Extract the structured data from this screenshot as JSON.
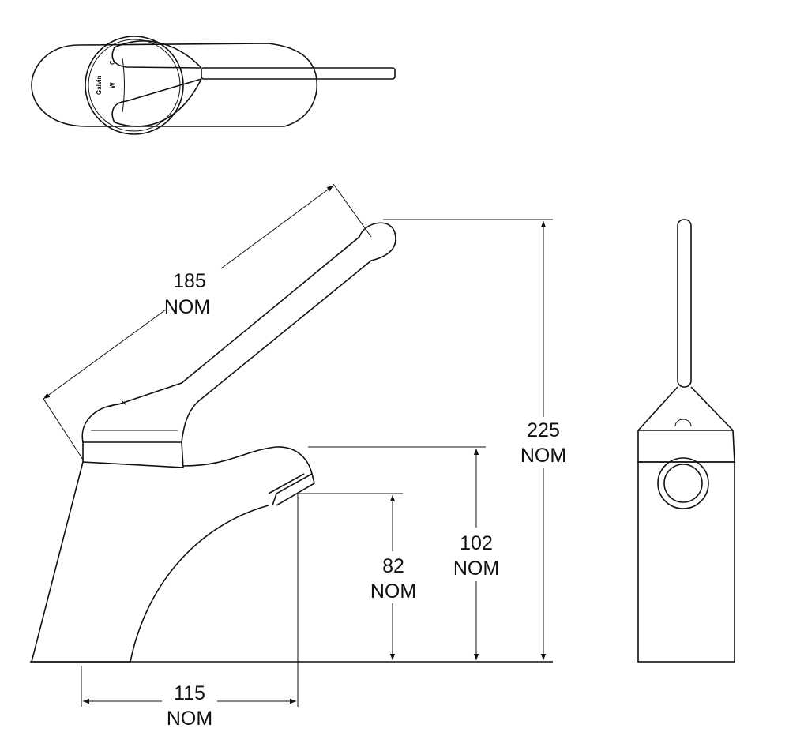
{
  "drawing": {
    "logo": {
      "brand": "Galvin",
      "warm": "W",
      "cold": "C"
    },
    "dimensions": {
      "lever_length": {
        "value": "185",
        "unit": "NOM"
      },
      "overall_height": {
        "value": "225",
        "unit": "NOM"
      },
      "spout_top_height": {
        "value": "102",
        "unit": "NOM"
      },
      "spout_outlet_height": {
        "value": "82",
        "unit": "NOM"
      },
      "spout_reach": {
        "value": "115",
        "unit": "NOM"
      }
    }
  }
}
